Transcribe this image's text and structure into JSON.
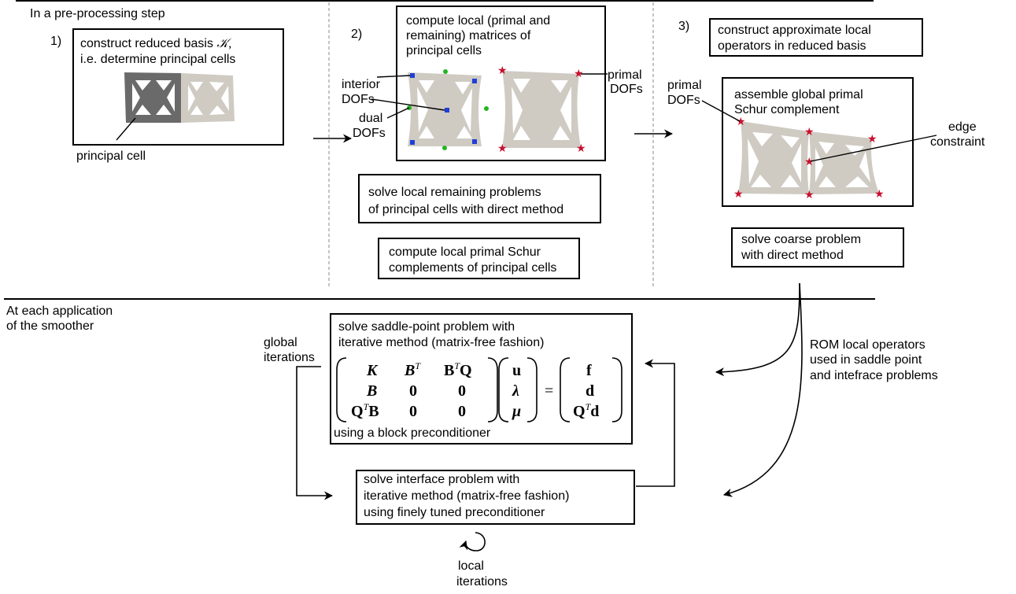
{
  "sections": {
    "preprocessing": "In a pre-processing step",
    "application_line1": "At each application",
    "application_line2": "of the smoother"
  },
  "step1": {
    "number": "1)",
    "box_line1": "construct reduced basis ",
    "box_symbol": "𝒦,",
    "box_line2": "i.e. determine principal cells",
    "principal_cell": "principal cell"
  },
  "step2": {
    "number": "2)",
    "box_line1": "compute local (primal and",
    "box_line2": "remaining) matrices of",
    "box_line3": "principal cells",
    "interior_dofs_1": "interior",
    "interior_dofs_2": "DOFs",
    "dual_dofs_1": "dual",
    "dual_dofs_2": "DOFs",
    "primal_dofs_1": "primal",
    "primal_dofs_2": "DOFs",
    "remaining_1": "solve local remaining problems",
    "remaining_2": "of principal cells with direct method",
    "schur_1": "compute local primal Schur",
    "schur_2": "complements of principal cells"
  },
  "step3": {
    "number": "3)",
    "approx_1": "construct approximate local",
    "approx_2": "operators in reduced basis",
    "primal_dofs_1": "primal",
    "primal_dofs_2": "DOFs",
    "assemble_1": "assemble global primal",
    "assemble_2": "Schur complement",
    "edge_1": "edge",
    "edge_2": "constraint",
    "coarse_1": "solve coarse problem",
    "coarse_2": "with direct method"
  },
  "application": {
    "global_iter_1": "global",
    "global_iter_2": "iterations",
    "saddle_1": "solve saddle-point problem with",
    "saddle_2": "iterative method (matrix-free fashion)",
    "saddle_3": "using a block preconditioner",
    "rom_1": "ROM local operators",
    "rom_2": "used in saddle point",
    "rom_3": "and intefrace problems",
    "interface_1": "solve interface problem with",
    "interface_2": "iterative method (matrix-free fashion)",
    "interface_3": "using finely tuned preconditioner",
    "local_iter_1": "local",
    "local_iter_2": "iterations"
  },
  "matrix": {
    "r1c1": "K",
    "r1c2": "B",
    "r1c2_sup": "T",
    "r1c3a": "B",
    "r1c3_sup": "T",
    "r1c3b": "Q",
    "r2c1": "B",
    "r2c2": "0",
    "r2c3": "0",
    "r3c1a": "Q",
    "r3c1_sup": "T",
    "r3c1b": "B",
    "r3c2": "0",
    "r3c3": "0",
    "u": "u",
    "lambda": "λ",
    "mu": "μ",
    "equals": "=",
    "f": "f",
    "d": "d",
    "qtd_q": "Q",
    "qtd_sup": "T",
    "qtd_d": "d"
  },
  "colors": {
    "cell_light": "#cfcbc3",
    "cell_dark": "#6a6a6a",
    "interior_dof": "#1f3fd6",
    "dual_dof": "#22b522",
    "primal_dof": "#c8102e",
    "divider": "#b0b0b0"
  }
}
